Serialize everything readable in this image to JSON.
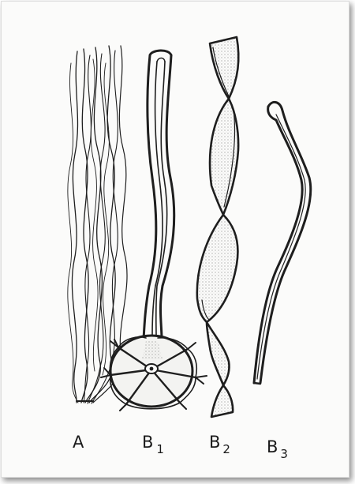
{
  "figure": {
    "labels": {
      "A": {
        "main": "A",
        "sub": ""
      },
      "B1": {
        "main": "B",
        "sub": "1"
      },
      "B2": {
        "main": "B",
        "sub": "2"
      },
      "B3": {
        "main": "B",
        "sub": "3"
      }
    },
    "colors": {
      "ink": "#1e1e1e",
      "paper": "#fbfbfa",
      "shading": "#9a9a9a"
    }
  }
}
